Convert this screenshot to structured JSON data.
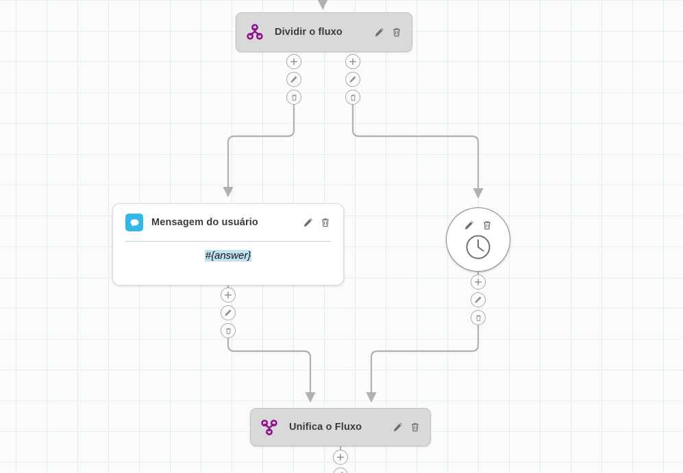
{
  "canvas": {
    "background_color": "#fafbfb",
    "grid_color": "#e4e9f2",
    "grid_size": 45
  },
  "palette": {
    "accent_purple": "#8e0f8e",
    "accent_blue": "#35b6ea",
    "node_gray": "#d9d9d9",
    "edge_gray": "#b0b0b0",
    "variable_highlight": "#bfe2f2"
  },
  "nodes": [
    {
      "id": "split",
      "type": "split-flow",
      "title": "Dividir o fluxo",
      "icon": "split-flow-icon",
      "edit_label": "Editar",
      "delete_label": "Excluir"
    },
    {
      "id": "user-message",
      "type": "message-card",
      "title": "Mensagem do usuário",
      "icon": "chat-bubble-icon",
      "body_text": "#{answer}",
      "edit_label": "Editar",
      "delete_label": "Excluir"
    },
    {
      "id": "delay",
      "type": "delay-circle",
      "icon": "clock-icon",
      "edit_label": "Editar",
      "delete_label": "Excluir"
    },
    {
      "id": "merge",
      "type": "merge-flow",
      "title": "Unifica o Fluxo",
      "icon": "merge-flow-icon",
      "edit_label": "Editar",
      "delete_label": "Excluir"
    }
  ],
  "port_stacks": [
    {
      "id": "split-left",
      "buttons": [
        "add-icon",
        "edit-icon",
        "delete-icon"
      ]
    },
    {
      "id": "split-right",
      "buttons": [
        "add-icon",
        "edit-icon",
        "delete-icon"
      ]
    },
    {
      "id": "message-out",
      "buttons": [
        "add-icon",
        "edit-icon",
        "delete-icon"
      ]
    },
    {
      "id": "delay-out",
      "buttons": [
        "add-icon",
        "edit-icon",
        "delete-icon"
      ]
    },
    {
      "id": "merge-out",
      "buttons": [
        "add-icon",
        "edit-icon"
      ]
    }
  ]
}
